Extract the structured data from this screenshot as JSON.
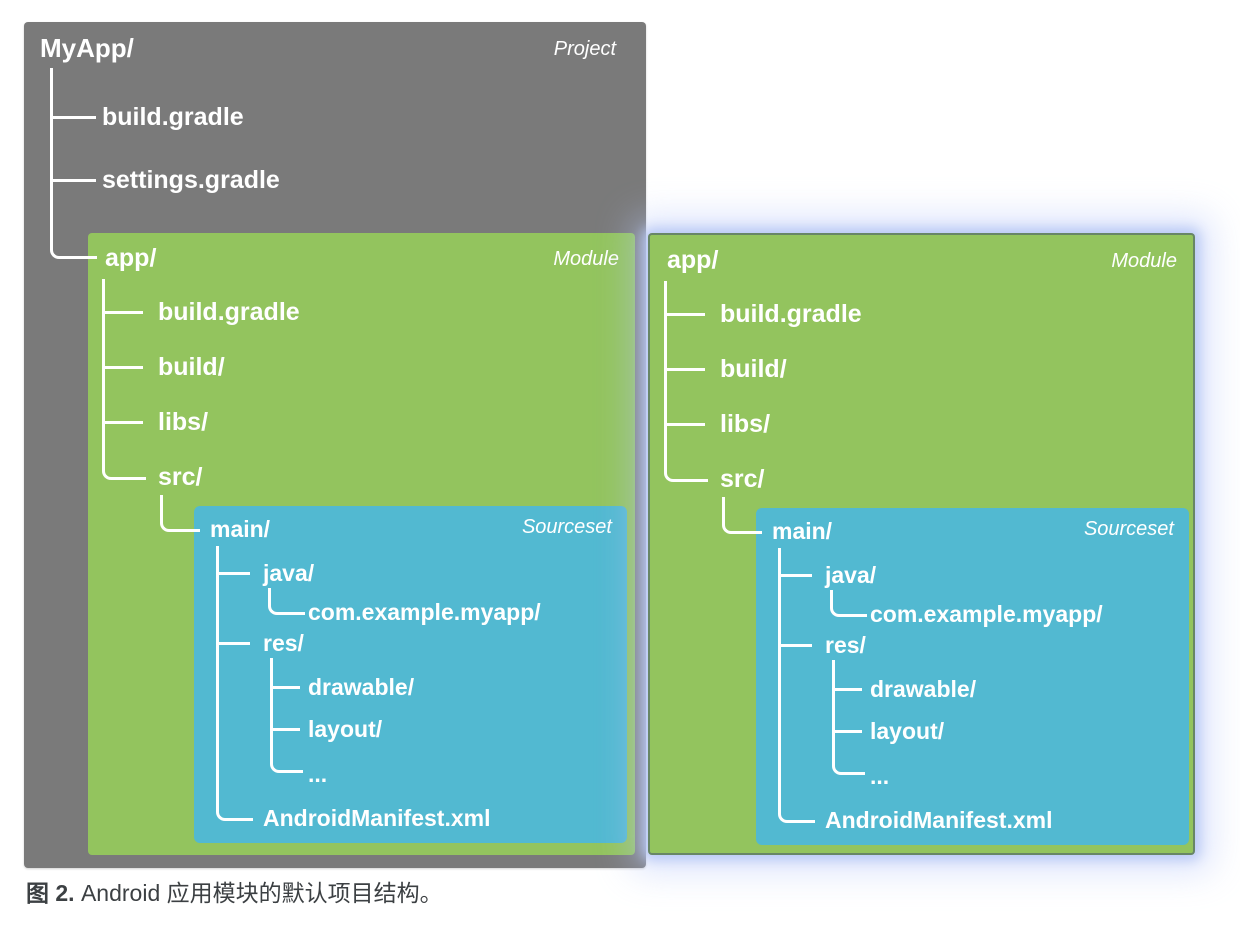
{
  "caption": {
    "label": "图 2.",
    "text": " Android 应用模块的默认项目结构。"
  },
  "project": {
    "title": "MyApp/",
    "type_label": "Project",
    "items": {
      "build_gradle": "build.gradle",
      "settings_gradle": "settings.gradle"
    }
  },
  "module": {
    "title": "app/",
    "type_label": "Module",
    "items": {
      "build_gradle": "build.gradle",
      "build_dir": "build/",
      "libs_dir": "libs/",
      "src_dir": "src/"
    }
  },
  "sourceset": {
    "title": "main/",
    "type_label": "Sourceset",
    "items": {
      "java_dir": "java/",
      "package_dir": "com.example.myapp/",
      "res_dir": "res/",
      "drawable_dir": "drawable/",
      "layout_dir": "layout/",
      "ellipsis": "...",
      "manifest": "AndroidManifest.xml"
    }
  },
  "colors": {
    "page_bg": "#ffffff",
    "project_bg": "#7a7a7a",
    "module_bg": "#93c45e",
    "sourceset_bg": "#52b9d1",
    "tree_line": "#ffffff",
    "text": "#ffffff",
    "highlight_glow": "#b9c9f5",
    "highlight_border": "rgba(62,72,110,0.5)",
    "caption_text": "#3c4043"
  }
}
